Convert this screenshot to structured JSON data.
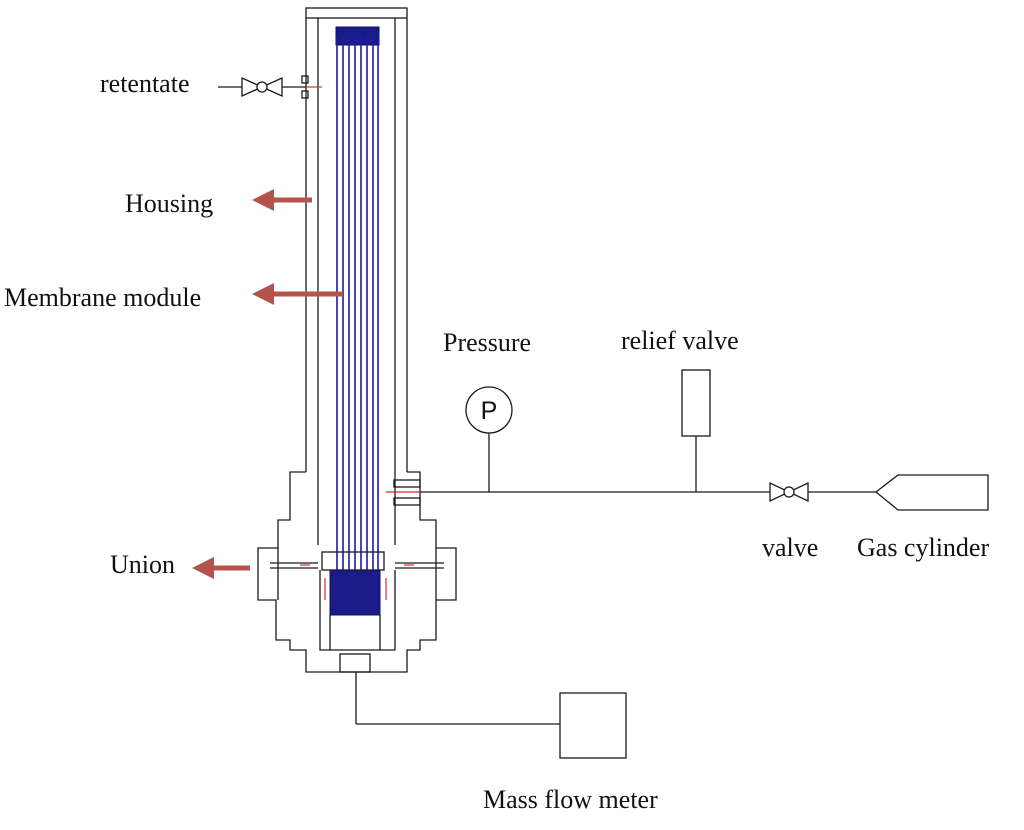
{
  "labels": {
    "retentate": "retentate",
    "housing": "Housing",
    "membrane_module": "Membrane module",
    "union": "Union",
    "pressure": "Pressure",
    "pressure_gauge_letter": "P",
    "relief_valve": "relief valve",
    "valve": "valve",
    "gas_cylinder": "Gas cylinder",
    "mass_flow_meter": "Mass flow meter"
  },
  "colors": {
    "line": "#1a1a1a",
    "fiber": "#1a1aa8",
    "arrow": "#b5524c",
    "seal": "#d03030"
  }
}
